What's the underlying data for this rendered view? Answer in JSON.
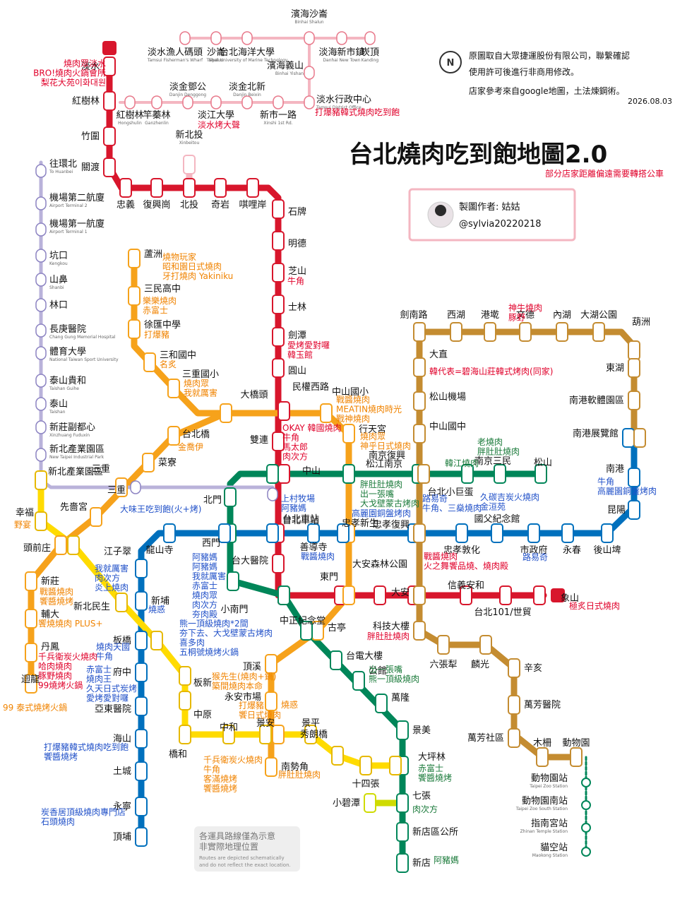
{
  "header": {
    "title": "台北燒肉吃到飽地圖2.0",
    "subtitle": "部分店家距離偏遠需要轉搭公車",
    "copyright_1": "原圖取自大眾捷運股份有限公司，聯繫確認",
    "copyright_2": "使用許可後進行非商用修改。",
    "copyright_3": "店家參考來自google地圖，土法煉鋼術。",
    "date": "2026.08.03",
    "author_label": "製圖作者: 姑姑",
    "author_handle": "@sylvia20220218",
    "compass": "N"
  },
  "footnote": {
    "zh_1": "各運具路線僅為示意",
    "zh_2": "非實際地理位置",
    "en_1": "Routes are depicted schematically",
    "en_2": "and do not reflect the exact location."
  },
  "colors": {
    "red": "#d8162c",
    "orange": "#f6a21b",
    "green": "#008659",
    "blue": "#0070bd",
    "brown": "#c48c31",
    "yellow": "#ffdb00",
    "pink": "#f4b6c1",
    "lavender": "#b9b2da",
    "lightgreen": "#cfdb00",
    "shop_red": "#e0002a",
    "shop_orange": "#f08300",
    "shop_blue": "#2050c8",
    "shop_green": "#1a7a3a"
  },
  "stations": [
    {
      "id": "R28",
      "name": "淡水"
    },
    {
      "id": "R27",
      "name": "紅樹林"
    },
    {
      "id": "R26",
      "name": "竹圍"
    },
    {
      "id": "R25",
      "name": "關渡"
    },
    {
      "id": "R24",
      "name": "忠義"
    },
    {
      "id": "R23",
      "name": "復興崗"
    },
    {
      "id": "R22",
      "name": "北投"
    },
    {
      "id": "R21",
      "name": "奇岩"
    },
    {
      "id": "R20",
      "name": "唭哩岸"
    },
    {
      "id": "R19",
      "name": "石牌"
    },
    {
      "id": "R18",
      "name": "明德"
    },
    {
      "id": "R17",
      "name": "芝山"
    },
    {
      "id": "R16",
      "name": "士林"
    },
    {
      "id": "R15",
      "name": "劍潭"
    },
    {
      "id": "R14",
      "name": "圓山"
    },
    {
      "id": "R13",
      "name": "民權西路"
    },
    {
      "id": "R12",
      "name": "雙連"
    },
    {
      "id": "R11",
      "name": "中山"
    },
    {
      "id": "R10",
      "name": "台北車站"
    },
    {
      "id": "R09",
      "name": "台大醫院"
    },
    {
      "id": "R08",
      "name": "中正紀念堂"
    },
    {
      "id": "R07",
      "name": "東門"
    },
    {
      "id": "R06",
      "name": "大安森林公園"
    },
    {
      "id": "R05",
      "name": "大安"
    },
    {
      "id": "R04",
      "name": "信義安和"
    },
    {
      "id": "R03",
      "name": "台北101/世貿"
    },
    {
      "id": "R02",
      "name": "象山"
    },
    {
      "id": "R22A",
      "name": "新北投",
      "en": "Xinbeitou"
    },
    {
      "id": "O54",
      "name": "蘆洲"
    },
    {
      "id": "O53",
      "name": "三民高中"
    },
    {
      "id": "O52",
      "name": "徐匯中學"
    },
    {
      "id": "O51",
      "name": "三和國中"
    },
    {
      "id": "O50",
      "name": "三重國小"
    },
    {
      "id": "O12",
      "name": "大橋頭"
    },
    {
      "id": "O10",
      "name": "中山國小"
    },
    {
      "id": "O09",
      "name": "行天宮"
    },
    {
      "id": "O08",
      "name": "松江南京"
    },
    {
      "id": "O07",
      "name": "忠孝新生"
    },
    {
      "id": "O06",
      "name": "東門"
    },
    {
      "id": "O05",
      "name": "古亭"
    },
    {
      "id": "O04",
      "name": "頂溪"
    },
    {
      "id": "O03",
      "name": "永安市場"
    },
    {
      "id": "O02",
      "name": "景安"
    },
    {
      "id": "O01",
      "name": "南勢角"
    },
    {
      "id": "O13",
      "name": "台北橋"
    },
    {
      "id": "O14",
      "name": "菜寮"
    },
    {
      "id": "O15",
      "name": "三重"
    },
    {
      "id": "O16",
      "name": "先嗇宮"
    },
    {
      "id": "O17",
      "name": "頭前庄"
    },
    {
      "id": "O18",
      "name": "新莊"
    },
    {
      "id": "O19",
      "name": "輔大"
    },
    {
      "id": "O20",
      "name": "丹鳳"
    },
    {
      "id": "O21",
      "name": "迴龍"
    },
    {
      "id": "G19",
      "name": "松山"
    },
    {
      "id": "G18",
      "name": "南京三民"
    },
    {
      "id": "G17",
      "name": "台北小巨蛋"
    },
    {
      "id": "G16",
      "name": "南京復興"
    },
    {
      "id": "G15",
      "name": "松江南京"
    },
    {
      "id": "G14",
      "name": "中山"
    },
    {
      "id": "G13",
      "name": "北門"
    },
    {
      "id": "G12",
      "name": "西門"
    },
    {
      "id": "G11",
      "name": "小南門"
    },
    {
      "id": "G10",
      "name": "中正紀念堂"
    },
    {
      "id": "G09",
      "name": "古亭"
    },
    {
      "id": "G08",
      "name": "台電大樓"
    },
    {
      "id": "G07",
      "name": "公館"
    },
    {
      "id": "G06",
      "name": "萬隆"
    },
    {
      "id": "G05",
      "name": "景美"
    },
    {
      "id": "G04",
      "name": "大坪林"
    },
    {
      "id": "G03",
      "name": "七張"
    },
    {
      "id": "G02",
      "name": "新店區公所"
    },
    {
      "id": "G01",
      "name": "新店"
    },
    {
      "id": "G03A",
      "name": "小碧潭"
    },
    {
      "id": "BL01",
      "name": "頂埔"
    },
    {
      "id": "BL02",
      "name": "永寧"
    },
    {
      "id": "BL03",
      "name": "土城"
    },
    {
      "id": "BL04",
      "name": "海山"
    },
    {
      "id": "BL05",
      "name": "亞東醫院"
    },
    {
      "id": "BL06",
      "name": "府中"
    },
    {
      "id": "BL07",
      "name": "板橋"
    },
    {
      "id": "BL08",
      "name": "新埔"
    },
    {
      "id": "BL09",
      "name": "江子翠"
    },
    {
      "id": "BL10",
      "name": "龍山寺"
    },
    {
      "id": "BL11",
      "name": "西門"
    },
    {
      "id": "BL12",
      "name": "台北車站"
    },
    {
      "id": "BL13",
      "name": "善導寺"
    },
    {
      "id": "BL14",
      "name": "忠孝新生"
    },
    {
      "id": "BL15",
      "name": "忠孝復興"
    },
    {
      "id": "BL16",
      "name": "忠孝敦化"
    },
    {
      "id": "BL17",
      "name": "國父紀念館"
    },
    {
      "id": "BL18",
      "name": "市政府"
    },
    {
      "id": "BL19",
      "name": "永春"
    },
    {
      "id": "BL20",
      "name": "後山埤"
    },
    {
      "id": "BL21",
      "name": "昆陽"
    },
    {
      "id": "BL22",
      "name": "南港"
    },
    {
      "id": "BL23",
      "name": "南港展覽館"
    },
    {
      "id": "BR01",
      "name": "動物園"
    },
    {
      "id": "BR02",
      "name": "木柵"
    },
    {
      "id": "BR03",
      "name": "萬芳社區"
    },
    {
      "id": "BR04",
      "name": "萬芳醫院"
    },
    {
      "id": "BR05",
      "name": "辛亥"
    },
    {
      "id": "BR06",
      "name": "麟光"
    },
    {
      "id": "BR07",
      "name": "六張犁"
    },
    {
      "id": "BR08",
      "name": "科技大樓"
    },
    {
      "id": "BR09",
      "name": "大安"
    },
    {
      "id": "BR10",
      "name": "忠孝復興"
    },
    {
      "id": "BR11",
      "name": "南京復興"
    },
    {
      "id": "BR12",
      "name": "中山國中"
    },
    {
      "id": "BR13",
      "name": "松山機場"
    },
    {
      "id": "BR14",
      "name": "大直"
    },
    {
      "id": "BR15",
      "name": "劍南路"
    },
    {
      "id": "BR16",
      "name": "西湖"
    },
    {
      "id": "BR17",
      "name": "港墘"
    },
    {
      "id": "BR18",
      "name": "文德"
    },
    {
      "id": "BR19",
      "name": "內湖"
    },
    {
      "id": "BR20",
      "name": "大湖公園"
    },
    {
      "id": "BR21",
      "name": "葫洲"
    },
    {
      "id": "BR22",
      "name": "東湖"
    },
    {
      "id": "BR23",
      "name": "南港軟體園區"
    },
    {
      "id": "BR24",
      "name": "南港展覽館"
    },
    {
      "id": "Y20",
      "name": "新北產業園區"
    },
    {
      "id": "Y19",
      "name": "幸福"
    },
    {
      "id": "Y18",
      "name": "頭前庄"
    },
    {
      "id": "Y17",
      "name": "新北民生"
    },
    {
      "id": "Y16",
      "name": "板橋"
    },
    {
      "id": "Y15",
      "name": "板新"
    },
    {
      "id": "Y14",
      "name": "中原"
    },
    {
      "id": "Y13",
      "name": "橋和"
    },
    {
      "id": "Y12",
      "name": "中和"
    },
    {
      "id": "Y11",
      "name": "景安"
    },
    {
      "id": "Y10",
      "name": "景平"
    },
    {
      "id": "Y09",
      "name": "秀朗橋"
    },
    {
      "id": "Y08",
      "name": "十四張"
    },
    {
      "id": "Y07",
      "name": "大坪林"
    },
    {
      "id": "A1",
      "name": "台北車站"
    },
    {
      "id": "A2",
      "name": "三重"
    },
    {
      "id": "A3",
      "name": "新北產業園區",
      "en": "New Taipei Industrial Park"
    },
    {
      "id": "A4",
      "name": "新莊副都心",
      "en": "Xinzhuang Fuduxin"
    },
    {
      "id": "A5",
      "name": "泰山",
      "en": "Taishan"
    },
    {
      "id": "A6",
      "name": "泰山貴和",
      "en": "Taishan Guihe"
    },
    {
      "id": "A7",
      "name": "體育大學",
      "en": "National Taiwan Sport University"
    },
    {
      "id": "A8",
      "name": "長庚醫院",
      "en": "Chang Gung Memorial Hospital"
    },
    {
      "id": "A9",
      "name": "林口"
    },
    {
      "id": "A10",
      "name": "山鼻",
      "en": "Shanbi"
    },
    {
      "id": "A11",
      "name": "坑口",
      "en": "Kengkou"
    },
    {
      "id": "A12",
      "name": "機場第一航廈",
      "en": "Airport Terminal 1"
    },
    {
      "id": "A13",
      "name": "機場第二航廈",
      "en": "Airport Terminal 2"
    },
    {
      "id": "A_dir",
      "name": "往環北",
      "en": "To Huanbei"
    },
    {
      "id": "V01",
      "name": "紅樹林",
      "en": "Hongshulin"
    },
    {
      "id": "V02",
      "name": "竿蓁林",
      "en": "Ganzhenlin"
    },
    {
      "id": "V03",
      "name": "淡金鄧公",
      "en": "Danjin Denggong"
    },
    {
      "id": "V04",
      "name": "淡江大學"
    },
    {
      "id": "V05",
      "name": "淡金北新",
      "en": "Danjin Beixin"
    },
    {
      "id": "V06",
      "name": "新市一路",
      "en": "Xinshi 1st Rd."
    },
    {
      "id": "V07",
      "name": "淡水行政中心",
      "en": "Tamsui District Office"
    },
    {
      "id": "V08",
      "name": "濱海義山",
      "en": "Binhai Yishan"
    },
    {
      "id": "V09",
      "name": "濱海沙崙",
      "en": "Binhai Shalun"
    },
    {
      "id": "V10",
      "name": "台北海洋大學",
      "en": "Taipei University of Marine Technology"
    },
    {
      "id": "V11",
      "name": "沙崙",
      "en": "Shalun"
    },
    {
      "id": "V26",
      "name": "淡水漁人碼頭",
      "en": "Tamsui Fisherman's Wharf"
    },
    {
      "id": "V27",
      "name": "淡海新市鎮",
      "en": "Danhai New Town"
    },
    {
      "id": "V28",
      "name": "崁頂",
      "en": "Kanding"
    },
    {
      "id": "MK1",
      "name": "動物園站",
      "en": "Taipei Zoo Station"
    },
    {
      "id": "MK2",
      "name": "動物園南站",
      "en": "Taipei Zoo South Station"
    },
    {
      "id": "MK3",
      "name": "指南宮站",
      "en": "Zhinan Temple Station"
    },
    {
      "id": "MK4",
      "name": "貓空站",
      "en": "Maokong Station"
    }
  ],
  "shops": [
    {
      "id": "s_tamsui",
      "lines": [
        "燒肉眾淡水",
        "BRO!燒肉火鍋會所",
        "梨花大苑이화대원"
      ],
      "color": "#e0002a"
    },
    {
      "id": "s_v07",
      "lines": [
        "打爆豬韓式燒肉吃到飽"
      ],
      "color": "#e0002a"
    },
    {
      "id": "s_v04",
      "lines": [
        "淡水烤大聲"
      ],
      "color": "#e0002a"
    },
    {
      "id": "s_r17",
      "lines": [
        "牛角"
      ],
      "color": "#e0002a"
    },
    {
      "id": "s_r15",
      "lines": [
        "愛烤愛對囉",
        "韓玉館"
      ],
      "color": "#e0002a"
    },
    {
      "id": "s_r12",
      "lines": [
        "OKAY 韓國燒肉",
        "牛角",
        "馬太郎",
        "肉次方"
      ],
      "color": "#e0002a"
    },
    {
      "id": "s_r02",
      "lines": [
        "極炙日式燒肉"
      ],
      "color": "#e0002a"
    },
    {
      "id": "s_o54",
      "lines": [
        "燒物玩家",
        "昭和園日式燒肉",
        "牙打燒肉 Yakiniku"
      ],
      "color": "#f08300"
    },
    {
      "id": "s_o53",
      "lines": [
        "樂樂燒肉",
        "赤富士"
      ],
      "color": "#f08300"
    },
    {
      "id": "s_o52",
      "lines": [
        "打爆豬"
      ],
      "color": "#f08300"
    },
    {
      "id": "s_o51",
      "lines": [
        "名炙"
      ],
      "color": "#f08300"
    },
    {
      "id": "s_o50",
      "lines": [
        "燒肉眾",
        "我就厲害"
      ],
      "color": "#f08300"
    },
    {
      "id": "s_o13",
      "lines": [
        "金喬伊"
      ],
      "color": "#f08300"
    },
    {
      "id": "s_o10",
      "lines": [
        "戰醬燒肉",
        "MEATIN燒肉時光",
        "戰神燒肉"
      ],
      "color": "#f08300"
    },
    {
      "id": "s_o09",
      "lines": [
        "燒肉眾",
        "神乎日式燒肉"
      ],
      "color": "#f08300"
    },
    {
      "id": "s_o04",
      "lines": [
        "猴先生(燒肉+鍋)",
        "築間燒肉本命"
      ],
      "color": "#f08300"
    },
    {
      "id": "s_o03",
      "lines": [
        "打爆豬",
        "饗日式燒肉"
      ],
      "color": "#f08300"
    },
    {
      "id": "s_o02",
      "lines": [
        "燒惑"
      ],
      "color": "#f08300"
    },
    {
      "id": "s_o01",
      "lines": [
        "胖肚肚燒肉"
      ],
      "color": "#f08300"
    },
    {
      "id": "s_o18",
      "lines": [
        "戰醬燒肉",
        "饗醬燒烤"
      ],
      "color": "#f08300"
    },
    {
      "id": "s_o19",
      "lines": [
        "饗燒燒肉 PLUS+"
      ],
      "color": "#f08300"
    },
    {
      "id": "s_o20",
      "lines": [
        "千兵衛炭火燒肉",
        "哈肉燒肉",
        "豚野燒肉",
        "99燒烤火鍋"
      ],
      "color": "#e0002a"
    },
    {
      "id": "s_o21",
      "lines": [
        "99 泰式燒烤火鍋"
      ],
      "color": "#f08300"
    },
    {
      "id": "s_g18",
      "lines": [
        "老燒肉",
        "胖肚肚燒肉"
      ],
      "color": "#1a7a3a"
    },
    {
      "id": "s_g16",
      "lines": [
        "韓江燒肉"
      ],
      "color": "#1a7a3a"
    },
    {
      "id": "s_g15",
      "lines": [
        "胖肚肚燒肉",
        "出一張嘴",
        "大戈壁蒙古烤肉"
      ],
      "color": "#1a7a3a"
    },
    {
      "id": "s_g07",
      "lines": [
        "出一張嘴",
        "熊一頂級燒肉"
      ],
      "color": "#1a7a3a"
    },
    {
      "id": "s_g04",
      "lines": [
        "赤富士",
        "饗醬燒烤"
      ],
      "color": "#1a7a3a"
    },
    {
      "id": "s_g03",
      "lines": [
        "肉次方"
      ],
      "color": "#1a7a3a"
    },
    {
      "id": "s_g01",
      "lines": [
        "阿豬媽"
      ],
      "color": "#1a7a3a"
    },
    {
      "id": "s_g11",
      "lines": [
        "熊一頂級燒肉*2間",
        "夯下去、大戈壁蒙古烤肉",
        "喜多肉",
        "五桐號燒烤火鍋"
      ],
      "color": "#2050c8"
    },
    {
      "id": "s_g12",
      "lines": [
        "阿豬媽",
        "阿豬媽",
        "我就厲害",
        "赤富士",
        "燒肉眾",
        "肉次方",
        "夯肉殿"
      ],
      "color": "#2050c8"
    },
    {
      "id": "s_bl10",
      "lines": [
        "大味王吃到飽(火+烤)"
      ],
      "color": "#2050c8"
    },
    {
      "id": "s_bl12",
      "lines": [
        "上村牧場",
        "阿豬媽"
      ],
      "color": "#2050c8"
    },
    {
      "id": "s_bl13",
      "lines": [
        "戰醬燒肉"
      ],
      "color": "#2050c8"
    },
    {
      "id": "s_bl14",
      "lines": [
        "高麗園銅盤烤肉"
      ],
      "color": "#2050c8"
    },
    {
      "id": "s_bl16",
      "lines": [
        "戰醬燒肉",
        "火之舞饗品燒、燒肉殿"
      ],
      "color": "#e0002a"
    },
    {
      "id": "s_bl18",
      "lines": [
        "路易奇"
      ],
      "color": "#2050c8"
    },
    {
      "id": "s_bl17",
      "lines": [
        "久碳吉炭火燒肉",
        "金洹苑"
      ],
      "color": "#2050c8"
    },
    {
      "id": "s_bl15",
      "lines": [
        "路易奇",
        "牛角、三燊燒肉"
      ],
      "color": "#2050c8"
    },
    {
      "id": "s_bl22",
      "lines": [
        "牛角",
        "高麗園銅盤烤肉"
      ],
      "color": "#2050c8"
    },
    {
      "id": "s_bl09",
      "lines": [
        "我就厲害",
        "肉次方",
        "炎上燒肉"
      ],
      "color": "#2050c8"
    },
    {
      "id": "s_bl08",
      "lines": [
        "燒惑"
      ],
      "color": "#2050c8"
    },
    {
      "id": "s_bl07",
      "lines": [
        "燒肉天國",
        "牛角"
      ],
      "color": "#2050c8"
    },
    {
      "id": "s_bl06",
      "lines": [
        "赤富士",
        "燒肉王",
        "久天日式炭烤",
        "愛烤愛對囉"
      ],
      "color": "#2050c8"
    },
    {
      "id": "s_bl04",
      "lines": [
        "打爆豬韓式燒肉吃到飽",
        "饗醬燒烤"
      ],
      "color": "#2050c8"
    },
    {
      "id": "s_bl02",
      "lines": [
        "炭香居頂級燒肉專門店",
        "石頭燒肉"
      ],
      "color": "#2050c8"
    },
    {
      "id": "s_y19",
      "lines": [
        "野宴"
      ],
      "color": "#f08300"
    },
    {
      "id": "s_y12",
      "lines": [
        "千兵衛炭火燒肉",
        "牛角",
        "客滿燒烤",
        "饗醬燒烤"
      ],
      "color": "#f08300"
    },
    {
      "id": "s_br18",
      "lines": [
        "神牛燒肉",
        "豚野"
      ],
      "color": "#e0002a"
    },
    {
      "id": "s_br14",
      "lines": [
        "韓代表=碧海山莊韓式烤肉(同家)"
      ],
      "color": "#e0002a"
    },
    {
      "id": "s_br08",
      "lines": [
        "胖肚肚燒肉"
      ],
      "color": "#e0002a"
    }
  ]
}
